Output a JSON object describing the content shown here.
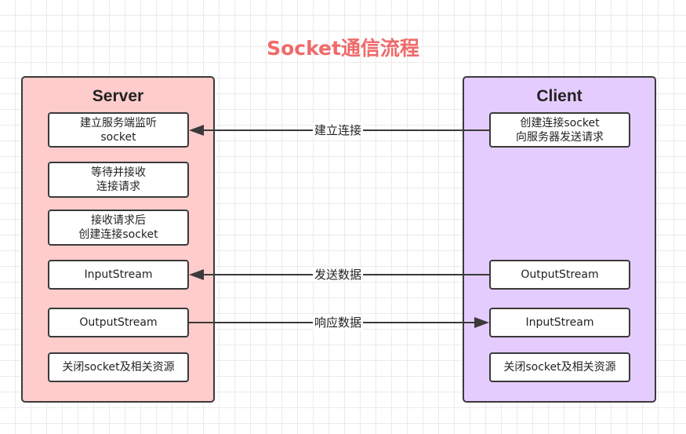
{
  "title": "Socket通信流程",
  "server": {
    "title": "Server",
    "steps": [
      {
        "line1": "建立服务端监听",
        "line2": "socket"
      },
      {
        "line1": "等待并接收",
        "line2": "连接请求"
      },
      {
        "line1": "接收请求后",
        "line2": "创建连接socket"
      },
      {
        "line1": "InputStream",
        "line2": ""
      },
      {
        "line1": "OutputStream",
        "line2": ""
      },
      {
        "line1": "关闭socket及相关资源",
        "line2": ""
      }
    ]
  },
  "client": {
    "title": "Client",
    "steps": [
      {
        "line1": "创建连接socket",
        "line2": "向服务器发送请求"
      },
      {
        "line1": "OutputStream",
        "line2": ""
      },
      {
        "line1": "InputStream",
        "line2": ""
      },
      {
        "line1": "关闭socket及相关资源",
        "line2": ""
      }
    ]
  },
  "arrows": {
    "connect": "建立连接",
    "send": "发送数据",
    "respond": "响应数据"
  },
  "colors": {
    "title": "#f06a6a",
    "server_bg": "#ffcccc",
    "client_bg": "#e5ccff",
    "stroke": "#3a3a3a"
  }
}
